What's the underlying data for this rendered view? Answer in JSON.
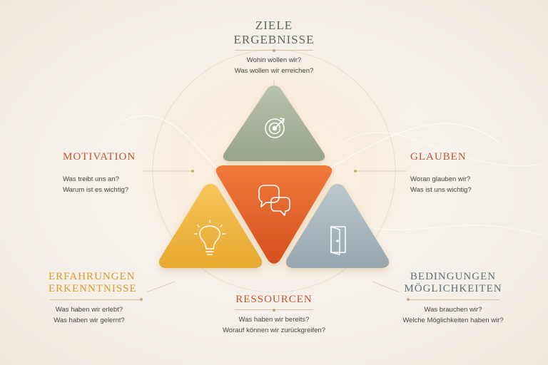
{
  "colors": {
    "background": "#f6f2ec",
    "ziele": "#5b6a55",
    "motivation": "#c8532a",
    "glauben": "#c8532a",
    "erfahrungen": "#d99a2a",
    "ressourcen": "#c8532a",
    "bedingungen": "#5f6f7a",
    "triangle_top": "#a8b39a",
    "triangle_center": "#e0612e",
    "triangle_left": "#f0b840",
    "triangle_right": "#a9b7bf"
  },
  "ziele": {
    "title_line1": "ZIELE",
    "title_line2": "ERGEBNISSE",
    "q1": "Wohin wollen wir?",
    "q2": "Was wollen wir erreichen?"
  },
  "motivation": {
    "title": "MOTIVATION",
    "q1": "Was treibt uns an?",
    "q2": "Warum ist es wichtig?"
  },
  "glauben": {
    "title": "GLAUBEN",
    "q1": "Woran glauben wir?",
    "q2": "Was ist uns wichtig?"
  },
  "erfahrungen": {
    "title_line1": "ERFAHRUNGEN",
    "title_line2": "ERKENNTNISSE",
    "q1": "Was haben wir erlebt?",
    "q2": "Was haben wir gelernt?"
  },
  "ressourcen": {
    "title": "RESSOURCEN",
    "q1": "Was haben wir bereits?",
    "q2": "Worauf können wir zurückgreifen?"
  },
  "bedingungen": {
    "title_line1": "BEDINGUNGEN",
    "title_line2": "MÖGLICHKEITEN",
    "q1": "Was brauchen wir?",
    "q2": "Welche Möglichkeiten haben wir?"
  },
  "icons": {
    "top": "target-icon",
    "center": "speech-bubbles-icon",
    "left": "lightbulb-icon",
    "right": "door-icon"
  }
}
